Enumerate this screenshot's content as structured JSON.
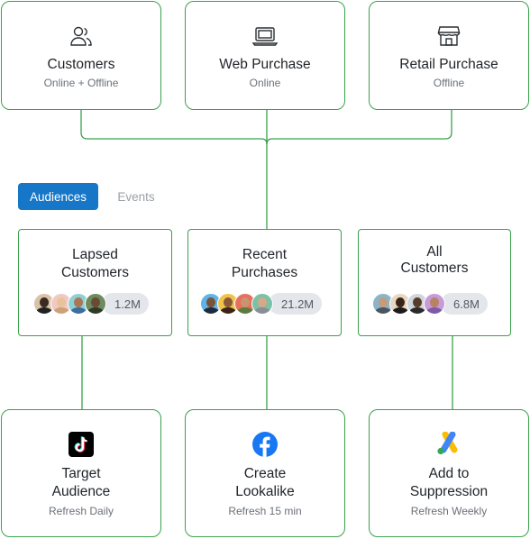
{
  "sources": [
    {
      "title": "Customers",
      "subtitle": "Online + Offline",
      "icon": "users-icon"
    },
    {
      "title": "Web Purchase",
      "subtitle": "Online",
      "icon": "laptop-icon"
    },
    {
      "title": "Retail Purchase",
      "subtitle": "Offline",
      "icon": "storefront-icon"
    }
  ],
  "tabs": [
    {
      "label": "Audiences",
      "active": true
    },
    {
      "label": "Events",
      "active": false
    }
  ],
  "audiences": [
    {
      "title": "Lapsed\nCustomers",
      "count": "1.2M"
    },
    {
      "title": "Recent\nPurchases",
      "count": "21.2M"
    },
    {
      "title": "All\nCustomers",
      "count": "6.8M"
    }
  ],
  "destinations": [
    {
      "title": "Target\nAudience",
      "subtitle": "Refresh Daily",
      "icon": "tiktok-icon"
    },
    {
      "title": "Create\nLookalike",
      "subtitle": "Refresh 15 min",
      "icon": "facebook-icon"
    },
    {
      "title": "Add to\nSuppression",
      "subtitle": "Refresh Weekly",
      "icon": "google-ads-icon"
    }
  ],
  "colors": {
    "connector": "#3aa14b",
    "tab_active": "#1677c8",
    "pill": "#e3e6ea"
  }
}
